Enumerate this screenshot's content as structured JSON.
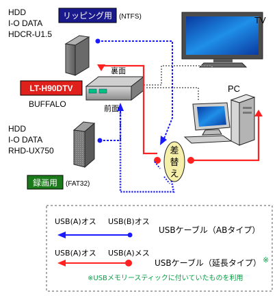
{
  "devices": {
    "hdd1": {
      "type": "HDD",
      "maker": "I-O DATA",
      "model": "HDCR-U1.5"
    },
    "ripping_tag": {
      "label": "リッピング用",
      "fs": "(NTFS)"
    },
    "tv": {
      "label": "TV"
    },
    "tuner": {
      "tag": "LT-H90DTV",
      "maker": "BUFFALO",
      "back": "裏面",
      "front": "前面"
    },
    "pc": {
      "label": "PC"
    },
    "hdd2": {
      "type": "HDD",
      "maker": "I-O DATA",
      "model": "RHD-UX750"
    },
    "record_tag": {
      "label": "録画用",
      "fs": "(FAT32)"
    },
    "switch": {
      "chars": [
        "差",
        "替",
        "え"
      ]
    }
  },
  "legend": {
    "ab": {
      "left": "USB(A)オス",
      "right": "USB(B)オス",
      "desc": "USBケーブル（ABタイプ）"
    },
    "ext": {
      "left": "USB(A)オス",
      "right": "USB(A)メス",
      "desc": "USBケーブル（延長タイプ）",
      "mark": "※"
    },
    "note": "※USBメモリースティックに付いていたものを利用"
  },
  "colors": {
    "blue": "#1a1aff",
    "red": "#ff2020",
    "gray": "#888888",
    "ripping_bg": "#1a1a8c",
    "tuner_bg": "#e0201a",
    "record_bg": "#1a7a1a",
    "note_green": "#00a040",
    "switch_fill": "#f5efaa"
  }
}
